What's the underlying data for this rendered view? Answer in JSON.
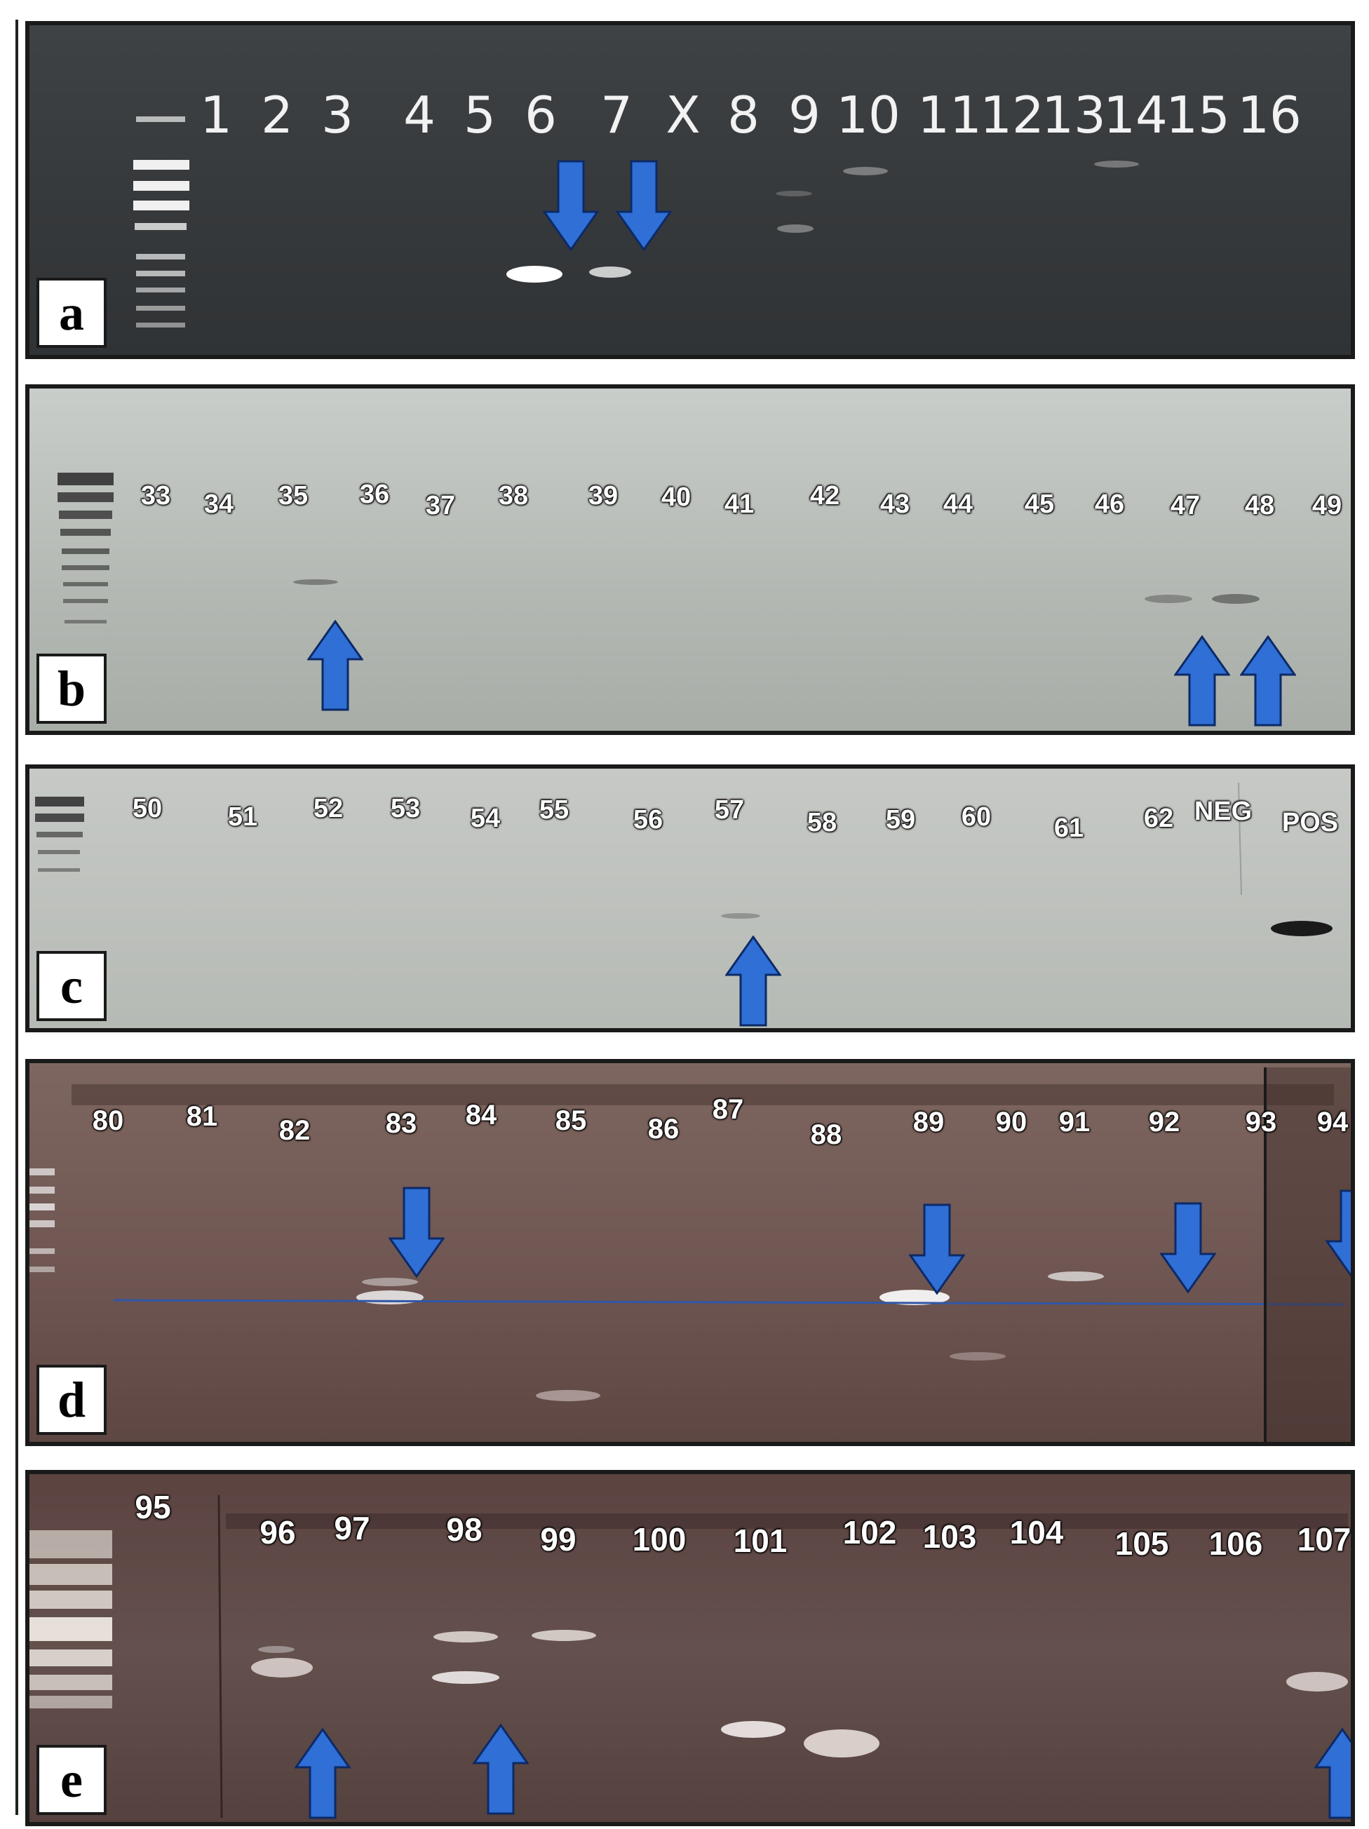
{
  "colors": {
    "arrow_fill": "#2f6fd6",
    "arrow_stroke": "#0d2a66",
    "band_bright": "#f4f4f4"
  },
  "panels": [
    {
      "id": "a",
      "letter": "a",
      "lanes": [
        "1",
        "2",
        "3",
        "4",
        "5",
        "6",
        "7",
        "X",
        "8",
        "9",
        "10",
        "11",
        "12",
        "13",
        "14",
        "15",
        "16"
      ],
      "arrows": [
        {
          "lane_index": 5,
          "direction": "down"
        },
        {
          "lane_index": 6,
          "direction": "down"
        }
      ]
    },
    {
      "id": "b",
      "letter": "b",
      "lanes": [
        "33",
        "34",
        "35",
        "36",
        "37",
        "38",
        "39",
        "40",
        "41",
        "42",
        "43",
        "44",
        "45",
        "46",
        "47",
        "48",
        "49"
      ],
      "arrows": [
        {
          "lane_index": 2,
          "direction": "up"
        },
        {
          "lane_index": 14,
          "direction": "up"
        },
        {
          "lane_index": 15,
          "direction": "up"
        }
      ]
    },
    {
      "id": "c",
      "letter": "c",
      "lanes": [
        "50",
        "51",
        "52",
        "53",
        "54",
        "55",
        "56",
        "57",
        "58",
        "59",
        "60",
        "61",
        "62",
        "NEG",
        "POS"
      ],
      "arrows": [
        {
          "lane_index": 7,
          "direction": "up"
        }
      ]
    },
    {
      "id": "d",
      "letter": "d",
      "lanes": [
        "80",
        "81",
        "82",
        "83",
        "84",
        "85",
        "86",
        "87",
        "88",
        "89",
        "90",
        "91",
        "92",
        "93",
        "94"
      ],
      "arrows": [
        {
          "lane_index": 3,
          "direction": "down"
        },
        {
          "lane_index": 9,
          "direction": "down"
        },
        {
          "lane_index": 12,
          "direction": "down"
        },
        {
          "lane_index": 14,
          "direction": "down"
        }
      ]
    },
    {
      "id": "e",
      "letter": "e",
      "lanes": [
        "95",
        "96",
        "97",
        "98",
        "99",
        "100",
        "101",
        "102",
        "103",
        "104",
        "105",
        "106",
        "107"
      ],
      "arrows": [
        {
          "lane_index": 1,
          "direction": "up"
        },
        {
          "lane_index": 3,
          "direction": "up"
        },
        {
          "lane_index": 12,
          "direction": "up"
        }
      ]
    }
  ]
}
